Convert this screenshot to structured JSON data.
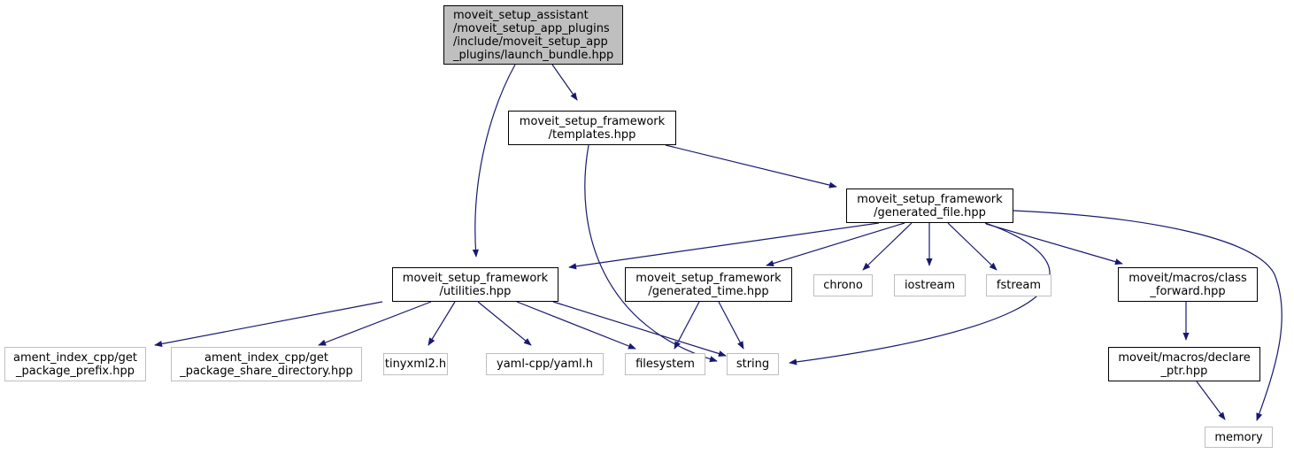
{
  "diagram": {
    "type": "include-dependency-graph",
    "colors": {
      "edge": "#191970",
      "root_fill": "#bfbfbf",
      "local_border": "#000000",
      "system_border": "#bfbfbf"
    },
    "nodes": [
      {
        "id": "launch_bundle",
        "kind": "root",
        "lines": [
          "moveit_setup_assistant",
          "/moveit_setup_app_plugins",
          "/include/moveit_setup_app",
          "_plugins/launch_bundle.hpp"
        ]
      },
      {
        "id": "templates",
        "kind": "local",
        "lines": [
          "moveit_setup_framework",
          "/templates.hpp"
        ]
      },
      {
        "id": "generated_file",
        "kind": "local",
        "lines": [
          "moveit_setup_framework",
          "/generated_file.hpp"
        ]
      },
      {
        "id": "utilities",
        "kind": "local",
        "lines": [
          "moveit_setup_framework",
          "/utilities.hpp"
        ]
      },
      {
        "id": "generated_time",
        "kind": "local",
        "lines": [
          "moveit_setup_framework",
          "/generated_time.hpp"
        ]
      },
      {
        "id": "chrono",
        "kind": "sys",
        "lines": [
          "chrono"
        ]
      },
      {
        "id": "iostream",
        "kind": "sys",
        "lines": [
          "iostream"
        ]
      },
      {
        "id": "fstream",
        "kind": "sys",
        "lines": [
          "fstream"
        ]
      },
      {
        "id": "class_forward",
        "kind": "local",
        "lines": [
          "moveit/macros/class",
          "_forward.hpp"
        ]
      },
      {
        "id": "get_package_prefix",
        "kind": "sys",
        "lines": [
          "ament_index_cpp/get",
          "_package_prefix.hpp"
        ]
      },
      {
        "id": "get_package_share_directory",
        "kind": "sys",
        "lines": [
          "ament_index_cpp/get",
          "_package_share_directory.hpp"
        ]
      },
      {
        "id": "tinyxml2",
        "kind": "sys",
        "lines": [
          "tinyxml2.h"
        ]
      },
      {
        "id": "yaml",
        "kind": "sys",
        "lines": [
          "yaml-cpp/yaml.h"
        ]
      },
      {
        "id": "filesystem",
        "kind": "sys",
        "lines": [
          "filesystem"
        ]
      },
      {
        "id": "string",
        "kind": "sys",
        "lines": [
          "string"
        ]
      },
      {
        "id": "declare_ptr",
        "kind": "local",
        "lines": [
          "moveit/macros/declare",
          "_ptr.hpp"
        ]
      },
      {
        "id": "memory",
        "kind": "sys",
        "lines": [
          "memory"
        ]
      }
    ],
    "edges": [
      {
        "from": "launch_bundle",
        "to": "templates"
      },
      {
        "from": "launch_bundle",
        "to": "utilities"
      },
      {
        "from": "templates",
        "to": "generated_file"
      },
      {
        "from": "templates",
        "to": "string"
      },
      {
        "from": "generated_file",
        "to": "utilities"
      },
      {
        "from": "generated_file",
        "to": "generated_time"
      },
      {
        "from": "generated_file",
        "to": "chrono"
      },
      {
        "from": "generated_file",
        "to": "iostream"
      },
      {
        "from": "generated_file",
        "to": "fstream"
      },
      {
        "from": "generated_file",
        "to": "string"
      },
      {
        "from": "generated_file",
        "to": "class_forward"
      },
      {
        "from": "generated_file",
        "to": "memory"
      },
      {
        "from": "utilities",
        "to": "get_package_prefix"
      },
      {
        "from": "utilities",
        "to": "get_package_share_directory"
      },
      {
        "from": "utilities",
        "to": "tinyxml2"
      },
      {
        "from": "utilities",
        "to": "yaml"
      },
      {
        "from": "utilities",
        "to": "filesystem"
      },
      {
        "from": "utilities",
        "to": "string"
      },
      {
        "from": "generated_time",
        "to": "filesystem"
      },
      {
        "from": "generated_time",
        "to": "string"
      },
      {
        "from": "class_forward",
        "to": "declare_ptr"
      },
      {
        "from": "declare_ptr",
        "to": "memory"
      }
    ]
  }
}
